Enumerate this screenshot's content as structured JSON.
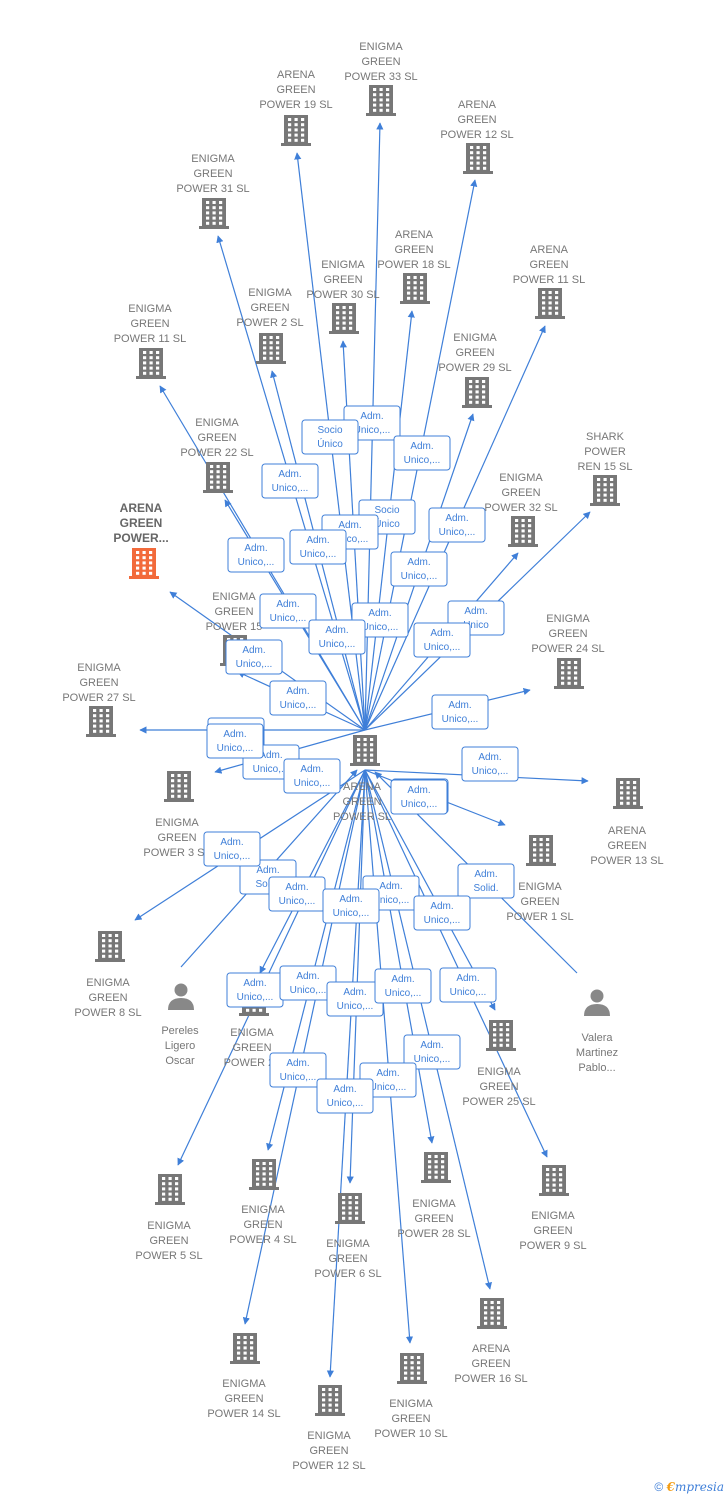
{
  "center": {
    "id": "center",
    "lines": [
      "ARENA",
      "GREEN",
      "POWER  SL"
    ]
  },
  "colors": {
    "edge": "#3f7fd8",
    "building": "#777777",
    "highlight": "#f26a3b",
    "person": "#888888"
  },
  "nodes": [
    {
      "id": "eg33",
      "kind": "company",
      "lines": [
        "ENIGMA",
        "GREEN",
        "POWER 33  SL"
      ]
    },
    {
      "id": "ag19",
      "kind": "company",
      "lines": [
        "ARENA",
        "GREEN",
        "POWER 19  SL"
      ]
    },
    {
      "id": "ag12t",
      "kind": "company",
      "lines": [
        "ARENA",
        "GREEN",
        "POWER 12  SL"
      ]
    },
    {
      "id": "eg31",
      "kind": "company",
      "lines": [
        "ENIGMA",
        "GREEN",
        "POWER 31  SL"
      ]
    },
    {
      "id": "ag18",
      "kind": "company",
      "lines": [
        "ARENA",
        "GREEN",
        "POWER 18  SL"
      ]
    },
    {
      "id": "eg30",
      "kind": "company",
      "lines": [
        "ENIGMA",
        "GREEN",
        "POWER 30  SL"
      ]
    },
    {
      "id": "ag11",
      "kind": "company",
      "lines": [
        "ARENA",
        "GREEN",
        "POWER 11  SL"
      ]
    },
    {
      "id": "eg2",
      "kind": "company",
      "lines": [
        "ENIGMA",
        "GREEN",
        "POWER 2  SL"
      ]
    },
    {
      "id": "eg11",
      "kind": "company",
      "lines": [
        "ENIGMA",
        "GREEN",
        "POWER 11  SL"
      ]
    },
    {
      "id": "eg29",
      "kind": "company",
      "lines": [
        "ENIGMA",
        "GREEN",
        "POWER 29  SL"
      ]
    },
    {
      "id": "eg22",
      "kind": "company",
      "lines": [
        "ENIGMA",
        "GREEN",
        "POWER 22  SL"
      ]
    },
    {
      "id": "shark15",
      "kind": "company",
      "lines": [
        "SHARK",
        "POWER",
        "REN 15  SL"
      ]
    },
    {
      "id": "eg32",
      "kind": "company",
      "lines": [
        "ENIGMA",
        "GREEN",
        "POWER 32  SL"
      ]
    },
    {
      "id": "agpower",
      "kind": "highlight",
      "lines": [
        "ARENA",
        "GREEN",
        "POWER..."
      ]
    },
    {
      "id": "eg24",
      "kind": "company",
      "lines": [
        "ENIGMA",
        "GREEN",
        "POWER 24  SL"
      ]
    },
    {
      "id": "eg15",
      "kind": "company",
      "lines": [
        "ENIGMA",
        "GREEN",
        "POWER 15"
      ]
    },
    {
      "id": "eg27",
      "kind": "company",
      "lines": [
        "ENIGMA",
        "GREEN",
        "POWER 27  SL"
      ]
    },
    {
      "id": "ag13",
      "kind": "company",
      "lines": [
        "ARENA",
        "GREEN",
        "POWER 13  SL"
      ]
    },
    {
      "id": "eg3",
      "kind": "company",
      "lines": [
        "ENIGMA",
        "GREEN",
        "POWER 3  SL"
      ]
    },
    {
      "id": "eg1",
      "kind": "company",
      "lines": [
        "ENIGMA",
        "GREEN",
        "POWER 1  SL"
      ]
    },
    {
      "id": "eg8",
      "kind": "company",
      "lines": [
        "ENIGMA",
        "GREEN",
        "POWER 8  SL"
      ]
    },
    {
      "id": "pereles",
      "kind": "person",
      "lines": [
        "Pereles",
        "Ligero",
        "Oscar"
      ]
    },
    {
      "id": "eg26",
      "kind": "company",
      "lines": [
        "ENIGMA",
        "GREEN",
        "POWER 26"
      ]
    },
    {
      "id": "valera",
      "kind": "person",
      "lines": [
        "Valera",
        "Martinez",
        "Pablo..."
      ]
    },
    {
      "id": "eg25",
      "kind": "company",
      "lines": [
        "ENIGMA",
        "GREEN",
        "POWER 25  SL"
      ]
    },
    {
      "id": "eg5",
      "kind": "company",
      "lines": [
        "ENIGMA",
        "GREEN",
        "POWER 5  SL"
      ]
    },
    {
      "id": "eg4",
      "kind": "company",
      "lines": [
        "ENIGMA",
        "GREEN",
        "POWER 4  SL"
      ]
    },
    {
      "id": "eg28",
      "kind": "company",
      "lines": [
        "ENIGMA",
        "GREEN",
        "POWER 28  SL"
      ]
    },
    {
      "id": "eg6",
      "kind": "company",
      "lines": [
        "ENIGMA",
        "GREEN",
        "POWER 6  SL"
      ]
    },
    {
      "id": "eg9",
      "kind": "company",
      "lines": [
        "ENIGMA",
        "GREEN",
        "POWER 9  SL"
      ]
    },
    {
      "id": "ag16",
      "kind": "company",
      "lines": [
        "ARENA",
        "GREEN",
        "POWER 16  SL"
      ]
    },
    {
      "id": "eg14",
      "kind": "company",
      "lines": [
        "ENIGMA",
        "GREEN",
        "POWER 14  SL"
      ]
    },
    {
      "id": "eg10",
      "kind": "company",
      "lines": [
        "ENIGMA",
        "GREEN",
        "POWER 10  SL"
      ]
    },
    {
      "id": "eg12",
      "kind": "company",
      "lines": [
        "ENIGMA",
        "GREEN",
        "POWER 12  SL"
      ]
    }
  ],
  "edges": [
    {
      "to": "eg33",
      "label": [
        "Adm.",
        "Unico,..."
      ]
    },
    {
      "to": "ag19",
      "label": [
        "Socio",
        "Único"
      ]
    },
    {
      "to": "ag12t",
      "label": [
        "Adm.",
        "Unico,..."
      ]
    },
    {
      "to": "eg31",
      "label": [
        "Adm.",
        "Unico,..."
      ]
    },
    {
      "to": "ag18",
      "label": [
        "Socio",
        "Único"
      ]
    },
    {
      "to": "eg30",
      "label": [
        "Adm.",
        "Unico,..."
      ]
    },
    {
      "to": "ag11",
      "label": [
        "Adm.",
        "Unico,..."
      ]
    },
    {
      "to": "eg2",
      "label": [
        "Adm.",
        "Unico,..."
      ]
    },
    {
      "to": "eg11",
      "label": [
        "Adm.",
        "Unico,..."
      ]
    },
    {
      "to": "eg29",
      "label": [
        "Adm.",
        "Unico,..."
      ]
    },
    {
      "to": "eg22",
      "label": [
        "Adm.",
        "Unico,..."
      ]
    },
    {
      "to": "shark15",
      "label": [
        "Adm.",
        "Unico"
      ]
    },
    {
      "to": "eg32",
      "label": [
        "Adm.",
        "Unico,..."
      ]
    },
    {
      "to": "agpower",
      "label": [
        "Adm.",
        "Unico,..."
      ]
    },
    {
      "to": "eg24",
      "label": [
        "Adm.",
        "Unico,..."
      ]
    },
    {
      "to": "eg15",
      "label": [
        "Adm.",
        "Unico,..."
      ]
    },
    {
      "to": "eg27",
      "label": [
        "Adm.",
        "Unico,..."
      ]
    },
    {
      "to": "ag13",
      "label": [
        "Adm.",
        "Unico,..."
      ]
    },
    {
      "to": "eg3",
      "label": [
        "Adm.",
        "Unico,..."
      ]
    },
    {
      "to": "eg1",
      "label": [
        "Adm.",
        "Unico,..."
      ]
    },
    {
      "to": "eg8",
      "label": [
        "Adm.",
        "Unico,..."
      ]
    },
    {
      "from": "pereles",
      "to": "center",
      "label": [
        "Adm.",
        "Solid."
      ]
    },
    {
      "to": "eg26",
      "label": [
        "Adm.",
        "Unico,..."
      ]
    },
    {
      "from": "valera",
      "to": "center",
      "label": [
        "Adm.",
        "Solid."
      ]
    },
    {
      "to": "eg25",
      "label": [
        "Adm.",
        "Unico,..."
      ]
    },
    {
      "to": "eg5",
      "label": [
        "Adm.",
        "Unico,..."
      ]
    },
    {
      "to": "eg4",
      "label": [
        "Adm.",
        "Unico,..."
      ]
    },
    {
      "to": "eg28",
      "label": [
        "Adm.",
        "Unico,..."
      ]
    },
    {
      "to": "eg6",
      "label": [
        "Adm.",
        "Unico,..."
      ]
    },
    {
      "to": "eg9",
      "label": [
        "Adm.",
        "Unico,..."
      ]
    },
    {
      "to": "ag16",
      "label": [
        "Adm.",
        "Unico,..."
      ]
    },
    {
      "to": "eg14",
      "label": [
        "Adm.",
        "Unico,..."
      ]
    },
    {
      "to": "eg10",
      "label": [
        "Adm.",
        "Unico,..."
      ]
    },
    {
      "to": "eg12",
      "label": [
        "Adm.",
        "Unico,..."
      ]
    }
  ],
  "footer": {
    "copyright": "©",
    "brand_initial": "€",
    "brand_rest": "mpresia"
  }
}
